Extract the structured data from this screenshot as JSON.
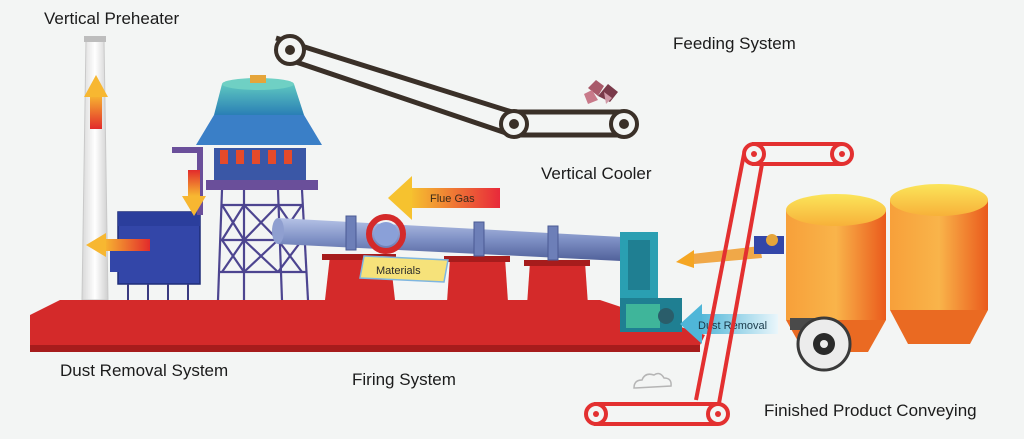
{
  "labels": {
    "vertical_preheater": "Vertical Preheater",
    "feeding_system": "Feeding System",
    "vertical_cooler": "Vertical Cooler",
    "dust_removal_system": "Dust Removal System",
    "firing_system": "Firing System",
    "finished_product_conveying": "Finished Product Conveying"
  },
  "tags": {
    "flue_gas": "Flue Gas",
    "materials": "Materials",
    "dust_removal": "Dust Removal"
  },
  "colors": {
    "background": "#f3f5f4",
    "platform_red": "#d42a2a",
    "kiln_blue": "#7d8fc4",
    "structure_purple": "#4d4590",
    "silo_orange": "#f57a1f",
    "arrow_orange": "#f5a623",
    "belt_dark": "#3a3028",
    "conveyor_red": "#e33030",
    "teal": "#2aa0b4"
  },
  "icons": [
    "chimney",
    "up-arrow-icon",
    "down-arrow-icon",
    "left-arrow-icon",
    "crushed-ore-icon",
    "cloud-icon",
    "blower-fan-icon"
  ]
}
